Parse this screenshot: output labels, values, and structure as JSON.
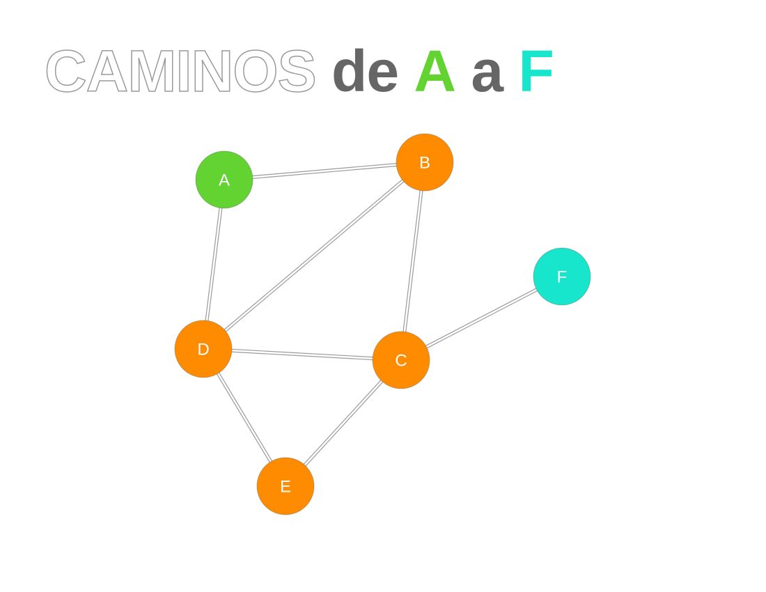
{
  "title": {
    "word1": "CAMINOS",
    "word2": "de",
    "word3": "A",
    "word4": "a",
    "word5": "F",
    "color_word3": "#62d330",
    "color_word5": "#18e6cc"
  },
  "colors": {
    "start": "#62d330",
    "end": "#18e6cc",
    "intermediate": "#ff8c00"
  },
  "graph": {
    "nodes": [
      {
        "id": "A",
        "role": "start"
      },
      {
        "id": "B",
        "role": "intermediate"
      },
      {
        "id": "F",
        "role": "end"
      },
      {
        "id": "D",
        "role": "intermediate"
      },
      {
        "id": "C",
        "role": "intermediate"
      },
      {
        "id": "E",
        "role": "intermediate"
      }
    ],
    "edges": [
      [
        "A",
        "B"
      ],
      [
        "A",
        "D"
      ],
      [
        "B",
        "D"
      ],
      [
        "B",
        "C"
      ],
      [
        "D",
        "C"
      ],
      [
        "C",
        "F"
      ],
      [
        "D",
        "E"
      ],
      [
        "E",
        "C"
      ]
    ]
  }
}
